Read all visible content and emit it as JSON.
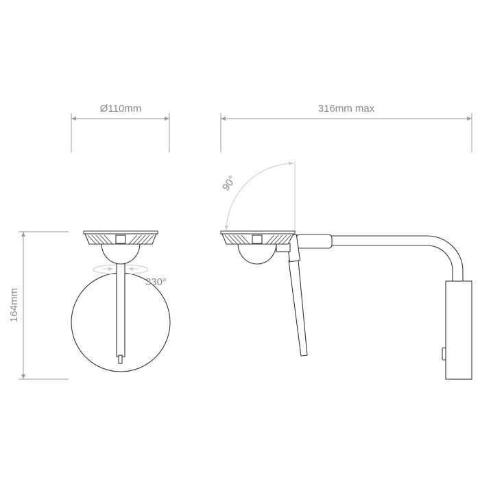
{
  "dimensions": {
    "diameter": "Ø110mm",
    "projection": "316mm max",
    "height": "164mm",
    "rotation": "330°",
    "tilt": "90°"
  }
}
